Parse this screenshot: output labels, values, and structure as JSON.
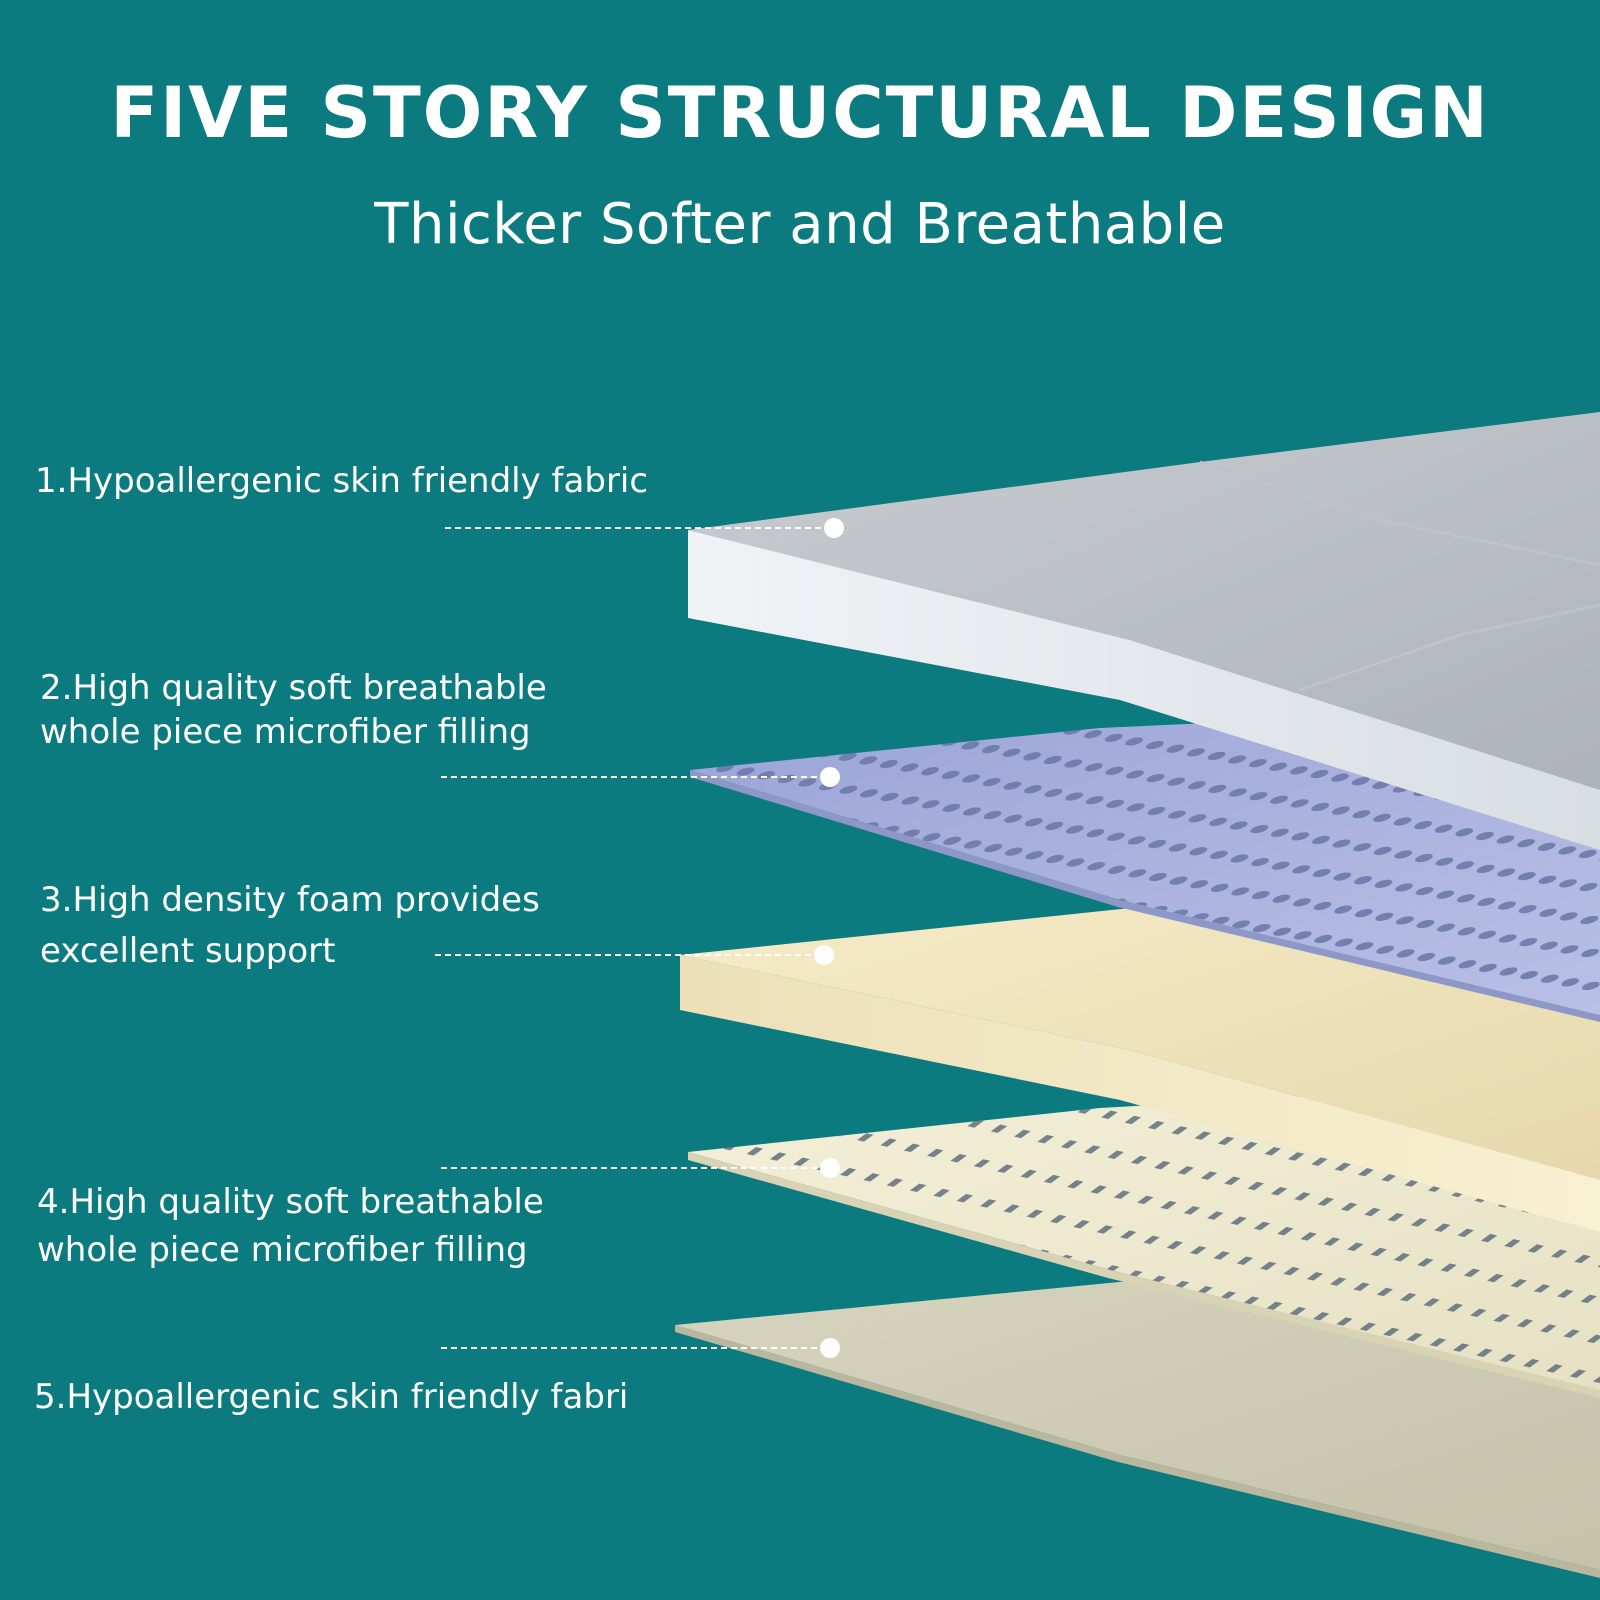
{
  "header": {
    "title": "FIVE STORY STRUCTURAL DESIGN",
    "subtitle": "Thicker Softer and Breathable"
  },
  "layers": [
    {
      "lines": [
        "1.Hypoallergenic skin friendly fabric"
      ],
      "color": "#d6dadf"
    },
    {
      "lines": [
        "2.High quality soft breathable",
        "whole piece microfiber filling"
      ],
      "color": "#aab3dc"
    },
    {
      "lines": [
        "3.High density foam provides",
        "excellent support"
      ],
      "color": "#f3e7c0"
    },
    {
      "lines": [
        "4.High quality soft breathable",
        "whole piece microfiber filling"
      ],
      "color": "#f2eed4"
    },
    {
      "lines": [
        "5.Hypoallergenic skin friendly fabri"
      ],
      "color": "#dedcc4"
    }
  ],
  "colors": {
    "background": "#0b7b80",
    "text": "#ffffff"
  }
}
